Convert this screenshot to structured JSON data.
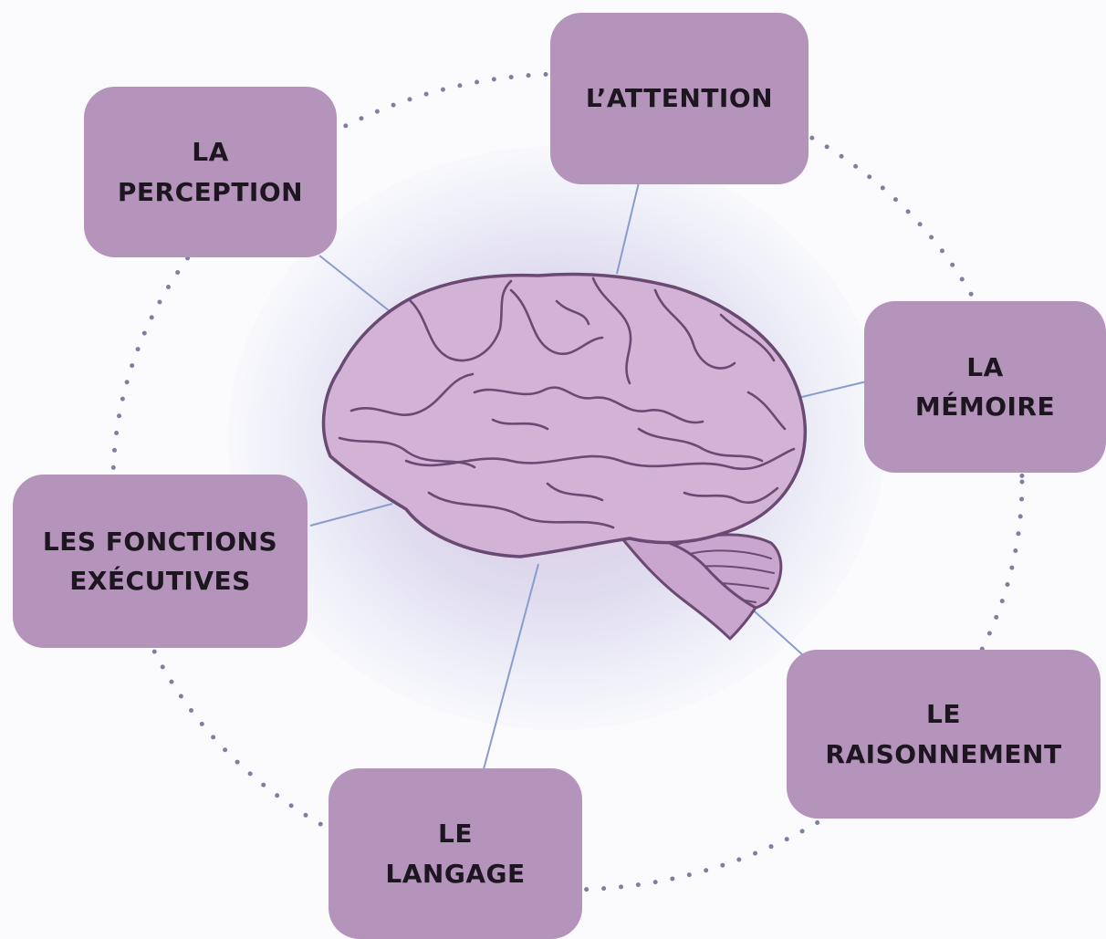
{
  "diagram": {
    "center": {
      "icon": "brain-icon"
    },
    "topics": [
      {
        "id": "perception",
        "lines": [
          "LA",
          "PERCEPTION"
        ]
      },
      {
        "id": "attention",
        "lines": [
          "L’ATTENTION"
        ]
      },
      {
        "id": "memoire",
        "lines": [
          "LA",
          "MÉMOIRE"
        ]
      },
      {
        "id": "raisonnement",
        "lines": [
          "LE",
          "RAISONNEMENT"
        ]
      },
      {
        "id": "langage",
        "lines": [
          "LE",
          "LANGAGE"
        ]
      },
      {
        "id": "fonctions",
        "lines": [
          "LES FONCTIONS",
          "EXÉCUTIVES"
        ]
      }
    ]
  },
  "colors": {
    "box_fill": "#b594bc",
    "text": "#1d1620",
    "brain_fill": "#d2b3d6",
    "brain_stroke": "#6a4a72",
    "connector": "#8a9ccc",
    "dots": "#7c7fa0"
  }
}
